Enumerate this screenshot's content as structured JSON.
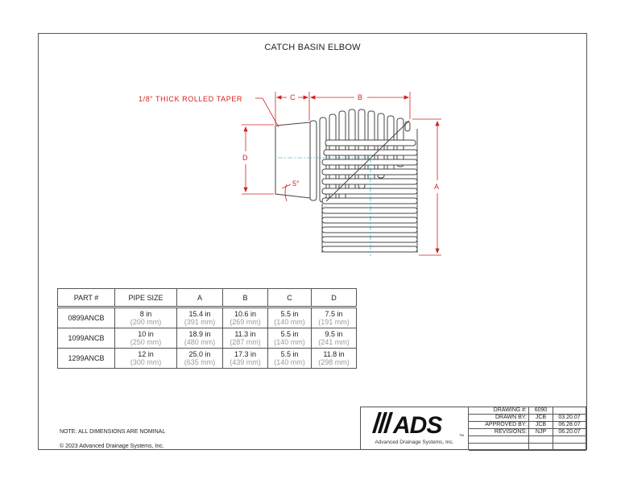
{
  "title": "CATCH BASIN ELBOW",
  "drawing": {
    "taper_label": "1/8\" THICK ROLLED TAPER",
    "dim_a": "A",
    "dim_b": "B",
    "dim_c": "C",
    "dim_d": "D",
    "angle_label": "5°"
  },
  "table": {
    "headers": [
      "PART #",
      "PIPE SIZE",
      "A",
      "B",
      "C",
      "D"
    ],
    "rows": [
      {
        "part": "0899ANCB",
        "size": "8 in",
        "size_mm": "(200 mm)",
        "a": "15.4 in",
        "a_mm": "(391 mm)",
        "b": "10.6 in",
        "b_mm": "(269 mm)",
        "c": "5.5 in",
        "c_mm": "(140 mm)",
        "d": "7.5 in",
        "d_mm": "(191 mm)"
      },
      {
        "part": "1099ANCB",
        "size": "10 in",
        "size_mm": "(250 mm)",
        "a": "18.9 in",
        "a_mm": "(480 mm)",
        "b": "11.3 in",
        "b_mm": "(287 mm)",
        "c": "5.5 in",
        "c_mm": "(140 mm)",
        "d": "9.5 in",
        "d_mm": "(241 mm)"
      },
      {
        "part": "1299ANCB",
        "size": "12 in",
        "size_mm": "(300 mm)",
        "a": "25.0 in",
        "a_mm": "(635 mm)",
        "b": "17.3 in",
        "b_mm": "(439 mm)",
        "c": "5.5 in",
        "c_mm": "(140 mm)",
        "d": "11.8 in",
        "d_mm": "(298 mm)"
      }
    ]
  },
  "note": "NOTE: ALL DIMENSIONS ARE NOMINAL",
  "copyright": "© 2023 Advanced Drainage Systems, Inc.",
  "logo": {
    "mark": "ADS",
    "tagline": "Advanced Drainage Systems, Inc.",
    "tm": "TM"
  },
  "title_block": {
    "drawing_label": "DRAWING #:",
    "drawing_no": "6090",
    "drawn_label": "DRAWN BY:",
    "drawn_by": "JCB",
    "drawn_date": "03.20.07",
    "approved_label": "APPROVED BY:",
    "approved_by": "JCB",
    "approved_date": "06.28.07",
    "revisions_label": "REVISIONS:",
    "revisions_by": "NJP",
    "revisions_date": "06.20.07"
  },
  "colors": {
    "dimension": "#d42020",
    "centerline": "#00a0c8",
    "outline": "#444444",
    "metric": "#999999"
  }
}
